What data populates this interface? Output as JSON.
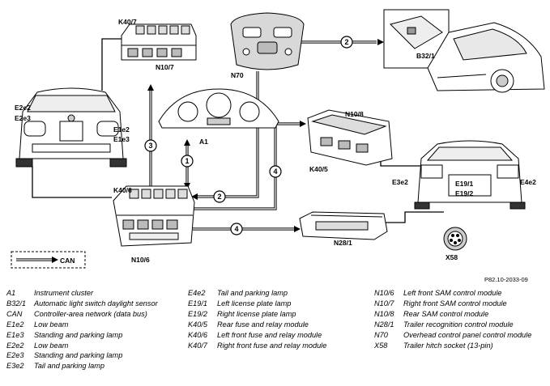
{
  "diagram": {
    "labels": {
      "k40_7": "K40/7",
      "n10_7": "N10/7",
      "n70": "N70",
      "b32_1": "B32/1",
      "e2e2": "E2e2",
      "e2e3": "E2e3",
      "e1e2": "E1e2",
      "e1e3": "E1e3",
      "a1": "A1",
      "n10_8": "N10/8",
      "k40_5": "K40/5",
      "k40_6": "K40/6",
      "n10_6": "N10/6",
      "e3e2": "E3e2",
      "e4e2": "E4e2",
      "e19_1": "E19/1",
      "e19_2": "E19/2",
      "n28_1": "N28/1",
      "x58": "X58",
      "can": "CAN",
      "doc_id": "P82.10-2033-09"
    },
    "circle_numbers": {
      "n1": "1",
      "n2_top": "2",
      "n2_mid": "2",
      "n3": "3",
      "n4_mid": "4",
      "n4_bottom": "4"
    }
  },
  "legend": {
    "col1": [
      {
        "code": "A1",
        "desc": "Instrument cluster"
      },
      {
        "code": "B32/1",
        "desc": "Automatic light switch daylight sensor"
      },
      {
        "code": "CAN",
        "desc": "Controller-area network (data bus)"
      },
      {
        "code": "E1e2",
        "desc": "Low beam"
      },
      {
        "code": "E1e3",
        "desc": "Standing and parking lamp"
      },
      {
        "code": "E2e2",
        "desc": "Low beam"
      },
      {
        "code": "E2e3",
        "desc": "Standing and parking lamp"
      },
      {
        "code": "E3e2",
        "desc": "Tail and parking lamp"
      }
    ],
    "col2": [
      {
        "code": "E4e2",
        "desc": "Tail and parking lamp"
      },
      {
        "code": "E19/1",
        "desc": "Left license plate lamp"
      },
      {
        "code": "E19/2",
        "desc": "Right license plate lamp"
      },
      {
        "code": "K40/5",
        "desc": "Rear fuse and relay module"
      },
      {
        "code": "K40/6",
        "desc": "Left front fuse and relay module"
      },
      {
        "code": "K40/7",
        "desc": "Right front fuse and relay module"
      }
    ],
    "col3": [
      {
        "code": "N10/6",
        "desc": "Left front SAM control module"
      },
      {
        "code": "N10/7",
        "desc": "Right front SAM control module"
      },
      {
        "code": "N10/8",
        "desc": "Rear SAM control module"
      },
      {
        "code": "N28/1",
        "desc": "Trailer recognition control module"
      },
      {
        "code": "N70",
        "desc": "Overhead control panel control module"
      },
      {
        "code": "X58",
        "desc": "Trailer hitch socket (13-pin)"
      }
    ]
  }
}
